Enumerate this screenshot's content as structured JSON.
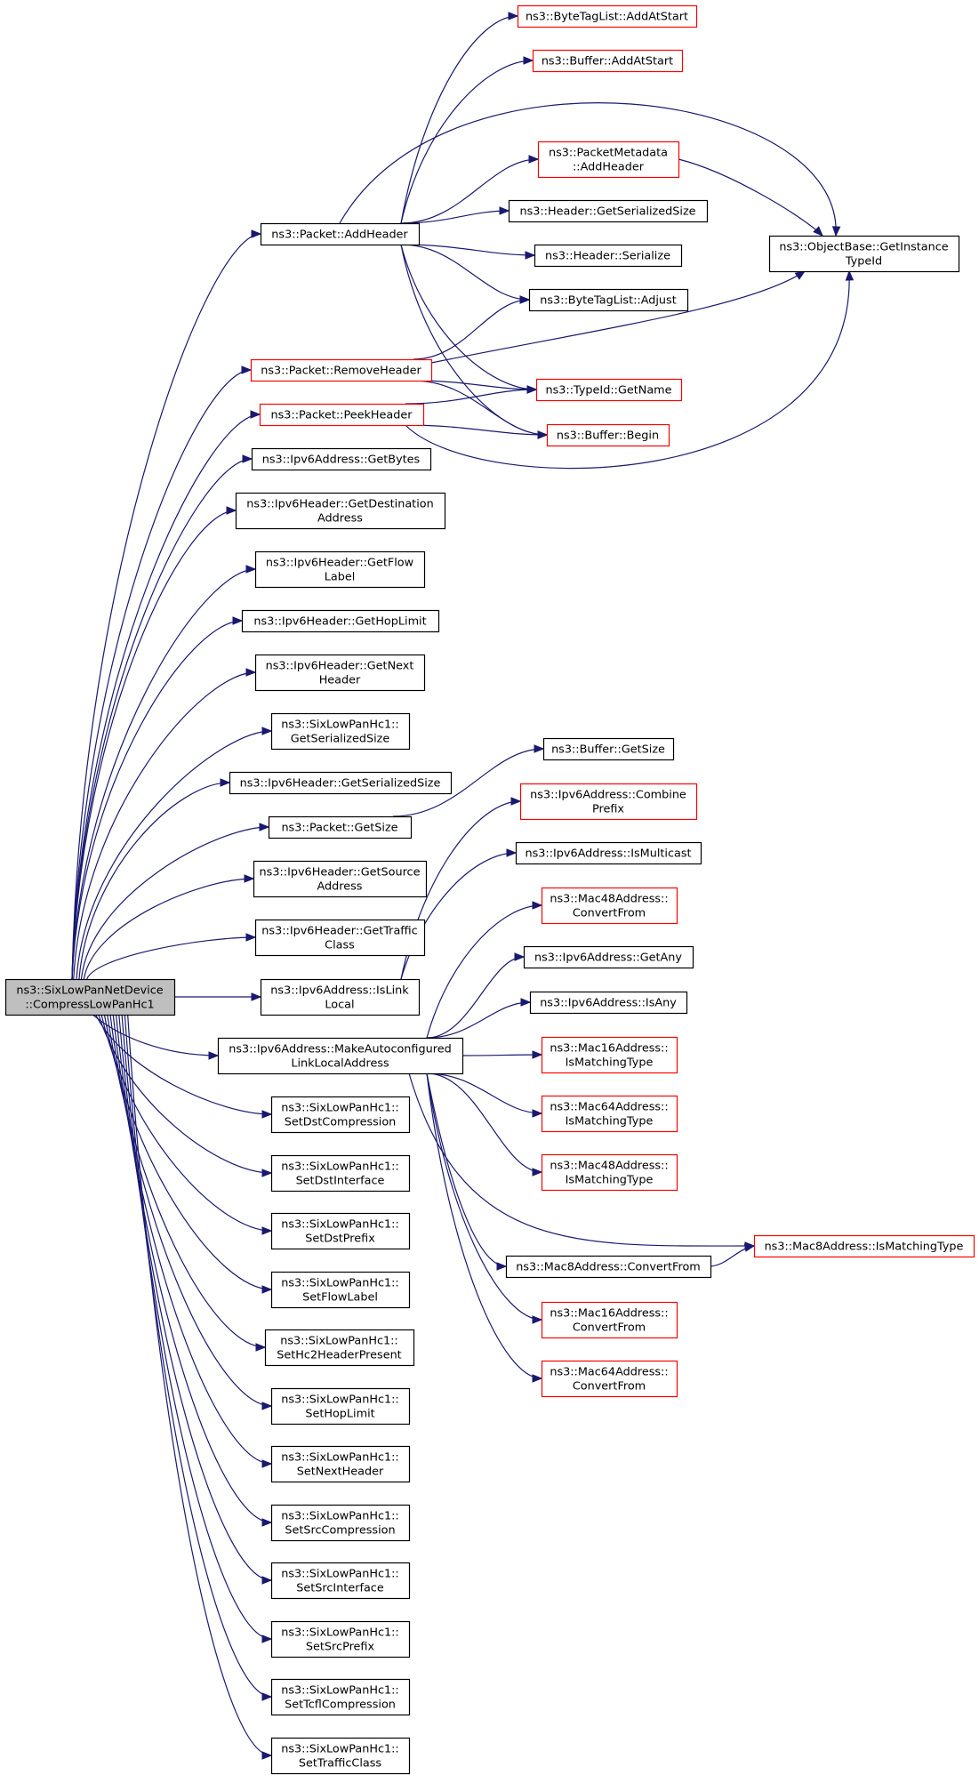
{
  "graph": {
    "nodes": [
      {
        "id": "root",
        "lines": [
          "ns3::SixLowPanNetDevice",
          "::CompressLowPanHc1"
        ],
        "variant": "gray",
        "link": false
      },
      {
        "id": "pkt_addheader",
        "lines": [
          "ns3::Packet::AddHeader"
        ],
        "variant": "black",
        "link": true
      },
      {
        "id": "pkt_removeheader",
        "lines": [
          "ns3::Packet::RemoveHeader"
        ],
        "variant": "red",
        "link": true
      },
      {
        "id": "pkt_peekheader",
        "lines": [
          "ns3::Packet::PeekHeader"
        ],
        "variant": "red",
        "link": true
      },
      {
        "id": "ipv6addr_getbytes",
        "lines": [
          "ns3::Ipv6Address::GetBytes"
        ],
        "variant": "black",
        "link": true
      },
      {
        "id": "ipv6hdr_getdest",
        "lines": [
          "ns3::Ipv6Header::GetDestination",
          "Address"
        ],
        "variant": "black",
        "link": true
      },
      {
        "id": "ipv6hdr_getflow",
        "lines": [
          "ns3::Ipv6Header::GetFlow",
          "Label"
        ],
        "variant": "black",
        "link": true
      },
      {
        "id": "ipv6hdr_gethoplimit",
        "lines": [
          "ns3::Ipv6Header::GetHopLimit"
        ],
        "variant": "black",
        "link": true
      },
      {
        "id": "ipv6hdr_getnext",
        "lines": [
          "ns3::Ipv6Header::GetNext",
          "Header"
        ],
        "variant": "black",
        "link": true
      },
      {
        "id": "hc1_getserialized",
        "lines": [
          "ns3::SixLowPanHc1::",
          "GetSerializedSize"
        ],
        "variant": "black",
        "link": true
      },
      {
        "id": "ipv6hdr_getserialized",
        "lines": [
          "ns3::Ipv6Header::GetSerializedSize"
        ],
        "variant": "black",
        "link": true
      },
      {
        "id": "pkt_getsize",
        "lines": [
          "ns3::Packet::GetSize"
        ],
        "variant": "black",
        "link": true
      },
      {
        "id": "ipv6hdr_getsource",
        "lines": [
          "ns3::Ipv6Header::GetSource",
          "Address"
        ],
        "variant": "black",
        "link": true
      },
      {
        "id": "ipv6hdr_gettraffic",
        "lines": [
          "ns3::Ipv6Header::GetTraffic",
          "Class"
        ],
        "variant": "black",
        "link": true
      },
      {
        "id": "ipv6addr_islinklocal",
        "lines": [
          "ns3::Ipv6Address::IsLink",
          "Local"
        ],
        "variant": "black",
        "link": true
      },
      {
        "id": "ipv6addr_makeauto",
        "lines": [
          "ns3::Ipv6Address::MakeAutoconfigured",
          "LinkLocalAddress"
        ],
        "variant": "black",
        "link": true
      },
      {
        "id": "hc1_setdstcomp",
        "lines": [
          "ns3::SixLowPanHc1::",
          "SetDstCompression"
        ],
        "variant": "black",
        "link": true
      },
      {
        "id": "hc1_setdstiface",
        "lines": [
          "ns3::SixLowPanHc1::",
          "SetDstInterface"
        ],
        "variant": "black",
        "link": true
      },
      {
        "id": "hc1_setdstprefix",
        "lines": [
          "ns3::SixLowPanHc1::",
          "SetDstPrefix"
        ],
        "variant": "black",
        "link": true
      },
      {
        "id": "hc1_setflowlabel",
        "lines": [
          "ns3::SixLowPanHc1::",
          "SetFlowLabel"
        ],
        "variant": "black",
        "link": true
      },
      {
        "id": "hc1_sethc2",
        "lines": [
          "ns3::SixLowPanHc1::",
          "SetHc2HeaderPresent"
        ],
        "variant": "black",
        "link": true
      },
      {
        "id": "hc1_sethoplimit",
        "lines": [
          "ns3::SixLowPanHc1::",
          "SetHopLimit"
        ],
        "variant": "black",
        "link": true
      },
      {
        "id": "hc1_setnextheader",
        "lines": [
          "ns3::SixLowPanHc1::",
          "SetNextHeader"
        ],
        "variant": "black",
        "link": true
      },
      {
        "id": "hc1_setsrccomp",
        "lines": [
          "ns3::SixLowPanHc1::",
          "SetSrcCompression"
        ],
        "variant": "black",
        "link": true
      },
      {
        "id": "hc1_setsrciface",
        "lines": [
          "ns3::SixLowPanHc1::",
          "SetSrcInterface"
        ],
        "variant": "black",
        "link": true
      },
      {
        "id": "hc1_setsrcprefix",
        "lines": [
          "ns3::SixLowPanHc1::",
          "SetSrcPrefix"
        ],
        "variant": "black",
        "link": true
      },
      {
        "id": "hc1_settcfl",
        "lines": [
          "ns3::SixLowPanHc1::",
          "SetTcflCompression"
        ],
        "variant": "black",
        "link": true
      },
      {
        "id": "hc1_settraffic",
        "lines": [
          "ns3::SixLowPanHc1::",
          "SetTrafficClass"
        ],
        "variant": "black",
        "link": true
      },
      {
        "id": "btl_addatstart",
        "lines": [
          "ns3::ByteTagList::AddAtStart"
        ],
        "variant": "red",
        "link": true
      },
      {
        "id": "buf_addatstart",
        "lines": [
          "ns3::Buffer::AddAtStart"
        ],
        "variant": "red",
        "link": true
      },
      {
        "id": "pm_addheader",
        "lines": [
          "ns3::PacketMetadata",
          "::AddHeader"
        ],
        "variant": "red",
        "link": true
      },
      {
        "id": "hdr_getserialized",
        "lines": [
          "ns3::Header::GetSerializedSize"
        ],
        "variant": "black",
        "link": true
      },
      {
        "id": "hdr_serialize",
        "lines": [
          "ns3::Header::Serialize"
        ],
        "variant": "black",
        "link": true
      },
      {
        "id": "btl_adjust",
        "lines": [
          "ns3::ByteTagList::Adjust"
        ],
        "variant": "black",
        "link": true
      },
      {
        "id": "typeid_getname",
        "lines": [
          "ns3::TypeId::GetName"
        ],
        "variant": "red",
        "link": true
      },
      {
        "id": "buf_begin",
        "lines": [
          "ns3::Buffer::Begin"
        ],
        "variant": "red",
        "link": true
      },
      {
        "id": "buf_getsize",
        "lines": [
          "ns3::Buffer::GetSize"
        ],
        "variant": "black",
        "link": true
      },
      {
        "id": "ipv6addr_combine",
        "lines": [
          "ns3::Ipv6Address::Combine",
          "Prefix"
        ],
        "variant": "red",
        "link": true
      },
      {
        "id": "ipv6addr_ismulticast",
        "lines": [
          "ns3::Ipv6Address::IsMulticast"
        ],
        "variant": "black",
        "link": true
      },
      {
        "id": "mac48_convertfrom",
        "lines": [
          "ns3::Mac48Address::",
          "ConvertFrom"
        ],
        "variant": "red",
        "link": true
      },
      {
        "id": "ipv6addr_getany",
        "lines": [
          "ns3::Ipv6Address::GetAny"
        ],
        "variant": "black",
        "link": true
      },
      {
        "id": "ipv6addr_isany",
        "lines": [
          "ns3::Ipv6Address::IsAny"
        ],
        "variant": "black",
        "link": true
      },
      {
        "id": "mac16_ismatching",
        "lines": [
          "ns3::Mac16Address::",
          "IsMatchingType"
        ],
        "variant": "red",
        "link": true
      },
      {
        "id": "mac64_ismatching",
        "lines": [
          "ns3::Mac64Address::",
          "IsMatchingType"
        ],
        "variant": "red",
        "link": true
      },
      {
        "id": "mac48_ismatching",
        "lines": [
          "ns3::Mac48Address::",
          "IsMatchingType"
        ],
        "variant": "red",
        "link": true
      },
      {
        "id": "mac8_convertfrom",
        "lines": [
          "ns3::Mac8Address::ConvertFrom"
        ],
        "variant": "black",
        "link": true
      },
      {
        "id": "mac16_convertfrom",
        "lines": [
          "ns3::Mac16Address::",
          "ConvertFrom"
        ],
        "variant": "red",
        "link": true
      },
      {
        "id": "mac64_convertfrom",
        "lines": [
          "ns3::Mac64Address::",
          "ConvertFrom"
        ],
        "variant": "red",
        "link": true
      },
      {
        "id": "objbase_getinstance",
        "lines": [
          "ns3::ObjectBase::GetInstance",
          "TypeId"
        ],
        "variant": "black",
        "link": true
      },
      {
        "id": "mac8_ismatching",
        "lines": [
          "ns3::Mac8Address::IsMatchingType"
        ],
        "variant": "red",
        "link": true
      }
    ],
    "edges": [
      [
        "root",
        "pkt_addheader"
      ],
      [
        "root",
        "pkt_removeheader"
      ],
      [
        "root",
        "pkt_peekheader"
      ],
      [
        "root",
        "ipv6addr_getbytes"
      ],
      [
        "root",
        "ipv6hdr_getdest"
      ],
      [
        "root",
        "ipv6hdr_getflow"
      ],
      [
        "root",
        "ipv6hdr_gethoplimit"
      ],
      [
        "root",
        "ipv6hdr_getnext"
      ],
      [
        "root",
        "hc1_getserialized"
      ],
      [
        "root",
        "ipv6hdr_getserialized"
      ],
      [
        "root",
        "pkt_getsize"
      ],
      [
        "root",
        "ipv6hdr_getsource"
      ],
      [
        "root",
        "ipv6hdr_gettraffic"
      ],
      [
        "root",
        "ipv6addr_islinklocal"
      ],
      [
        "root",
        "ipv6addr_makeauto"
      ],
      [
        "root",
        "hc1_setdstcomp"
      ],
      [
        "root",
        "hc1_setdstiface"
      ],
      [
        "root",
        "hc1_setdstprefix"
      ],
      [
        "root",
        "hc1_setflowlabel"
      ],
      [
        "root",
        "hc1_sethc2"
      ],
      [
        "root",
        "hc1_sethoplimit"
      ],
      [
        "root",
        "hc1_setnextheader"
      ],
      [
        "root",
        "hc1_setsrccomp"
      ],
      [
        "root",
        "hc1_setsrciface"
      ],
      [
        "root",
        "hc1_setsrcprefix"
      ],
      [
        "root",
        "hc1_settcfl"
      ],
      [
        "root",
        "hc1_settraffic"
      ],
      [
        "pkt_addheader",
        "btl_addatstart"
      ],
      [
        "pkt_addheader",
        "buf_addatstart"
      ],
      [
        "pkt_addheader",
        "objbase_getinstance"
      ],
      [
        "pkt_addheader",
        "pm_addheader"
      ],
      [
        "pkt_addheader",
        "hdr_getserialized"
      ],
      [
        "pkt_addheader",
        "hdr_serialize"
      ],
      [
        "pkt_addheader",
        "btl_adjust"
      ],
      [
        "pkt_addheader",
        "typeid_getname"
      ],
      [
        "pkt_addheader",
        "buf_begin"
      ],
      [
        "pm_addheader",
        "objbase_getinstance"
      ],
      [
        "pkt_removeheader",
        "btl_adjust"
      ],
      [
        "pkt_removeheader",
        "objbase_getinstance"
      ],
      [
        "pkt_removeheader",
        "typeid_getname"
      ],
      [
        "pkt_removeheader",
        "buf_begin"
      ],
      [
        "pkt_peekheader",
        "typeid_getname"
      ],
      [
        "pkt_peekheader",
        "buf_begin"
      ],
      [
        "pkt_peekheader",
        "objbase_getinstance"
      ],
      [
        "pkt_getsize",
        "buf_getsize"
      ],
      [
        "ipv6addr_islinklocal",
        "ipv6addr_combine"
      ],
      [
        "ipv6addr_islinklocal",
        "ipv6addr_ismulticast"
      ],
      [
        "ipv6addr_makeauto",
        "mac48_convertfrom"
      ],
      [
        "ipv6addr_makeauto",
        "ipv6addr_getany"
      ],
      [
        "ipv6addr_makeauto",
        "ipv6addr_isany"
      ],
      [
        "ipv6addr_makeauto",
        "mac16_ismatching"
      ],
      [
        "ipv6addr_makeauto",
        "mac64_ismatching"
      ],
      [
        "ipv6addr_makeauto",
        "mac48_ismatching"
      ],
      [
        "ipv6addr_makeauto",
        "mac8_ismatching"
      ],
      [
        "ipv6addr_makeauto",
        "mac8_convertfrom"
      ],
      [
        "ipv6addr_makeauto",
        "mac16_convertfrom"
      ],
      [
        "ipv6addr_makeauto",
        "mac64_convertfrom"
      ],
      [
        "mac8_convertfrom",
        "mac8_ismatching"
      ]
    ]
  },
  "colors": {
    "edge": "#191970",
    "node_border": "#000000",
    "node_border_red": "#ff0000",
    "root_fill": "#bfbfbf",
    "node_fill": "#ffffff"
  }
}
